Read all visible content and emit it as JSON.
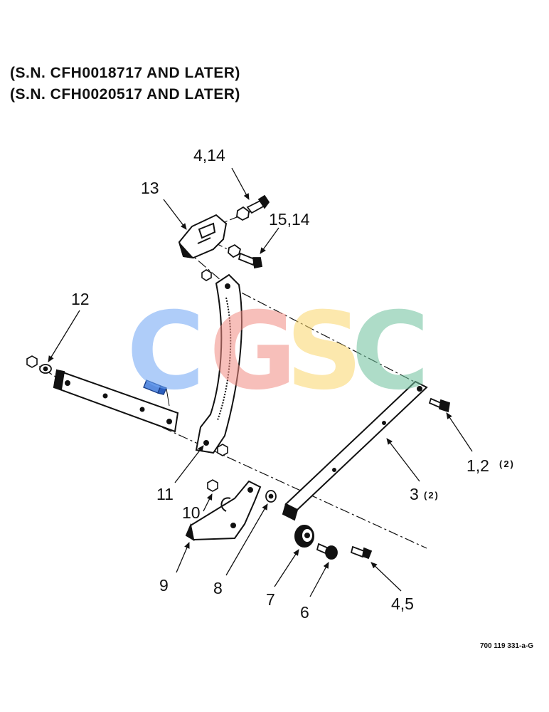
{
  "header": {
    "line1": "(S.N. CFH0018717 AND LATER)",
    "line2": "(S.N. CFH0020517 AND LATER)"
  },
  "callouts": {
    "c_4_14": "4,14",
    "c_13": "13",
    "c_15_14": "15,14",
    "c_12": "12",
    "c_1_2": "1,2",
    "c_1_2_qty": "(2)",
    "c_3": "3",
    "c_3_qty": "(2)",
    "c_11": "11",
    "c_10": "10",
    "c_9": "9",
    "c_8": "8",
    "c_7": "7",
    "c_6": "6",
    "c_4_5": "4,5"
  },
  "watermark": {
    "letters": [
      "C",
      "G",
      "S",
      "C"
    ],
    "colors": [
      "#6fa6f5",
      "#f28b82",
      "#fbd66b",
      "#6cc19c"
    ]
  },
  "figure_code": "700 119 331-a-G"
}
